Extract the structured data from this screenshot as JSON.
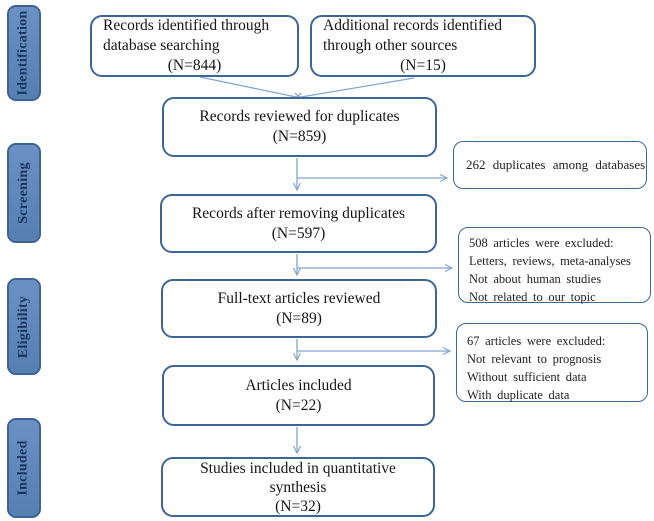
{
  "colors": {
    "box_border": "#3e6695",
    "label_fill": "#567fb2",
    "label_fill_light": "#6c90c4",
    "label_border": "#3d6394",
    "label_text": "#17365d",
    "arrow": "#84a6cd"
  },
  "stages": [
    {
      "label": "Identification"
    },
    {
      "label": "Screening"
    },
    {
      "label": "Eligibility"
    },
    {
      "label": "Included"
    }
  ],
  "flow": [
    {
      "lines": [
        "Records identified through",
        "database searching",
        "(N=844)"
      ]
    },
    {
      "lines": [
        "Additional records identified",
        "through other sources",
        "(N=15)"
      ]
    },
    {
      "lines": [
        "Records reviewed for duplicates",
        "(N=859)"
      ]
    },
    {
      "lines": [
        "Records after removing duplicates",
        "(N=597)"
      ]
    },
    {
      "lines": [
        "Full-text articles reviewed",
        "(N=89)"
      ]
    },
    {
      "lines": [
        "Articles included",
        "(N=22)"
      ]
    },
    {
      "lines": [
        "Studies included in quantitative",
        "synthesis",
        "(N=32)"
      ]
    }
  ],
  "side": [
    {
      "lines": [
        "262 duplicates among databases"
      ]
    },
    {
      "lines": [
        "508 articles were excluded:",
        "Letters, reviews, meta-analyses",
        "Not about human studies",
        "Not related to our topic"
      ]
    },
    {
      "lines": [
        "67 articles were excluded:",
        "Not relevant to prognosis",
        "Without sufficient data",
        "With duplicate data"
      ]
    }
  ]
}
